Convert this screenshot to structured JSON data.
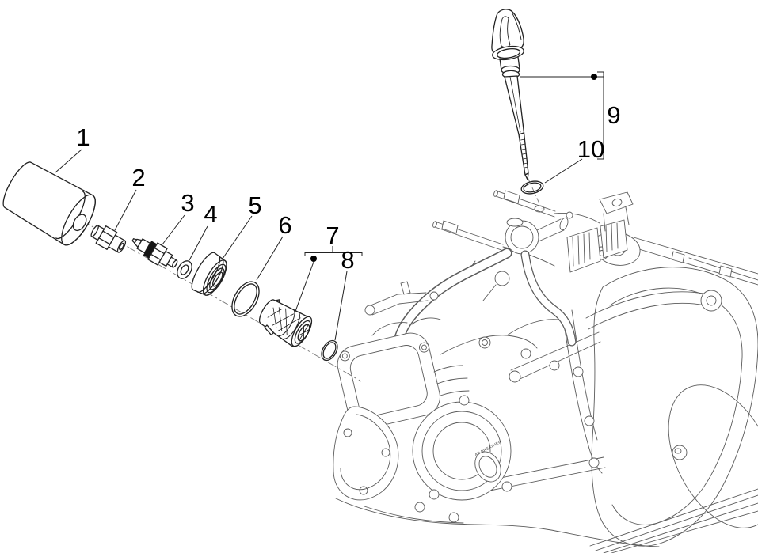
{
  "diagram": {
    "type": "exploded-parts-diagram",
    "background_color": "#ffffff",
    "engine_line_color": "#5b5b5b",
    "part_line_color": "#222222",
    "label_color": "#000000",
    "callouts": [
      {
        "label": "1"
      },
      {
        "label": "2"
      },
      {
        "label": "3"
      },
      {
        "label": "4"
      },
      {
        "label": "5"
      },
      {
        "label": "6"
      },
      {
        "label": "7"
      },
      {
        "label": "8"
      },
      {
        "label": "9"
      },
      {
        "label": "10"
      }
    ],
    "engine_markings": {
      "breather_label": "AP BREATHER"
    }
  }
}
